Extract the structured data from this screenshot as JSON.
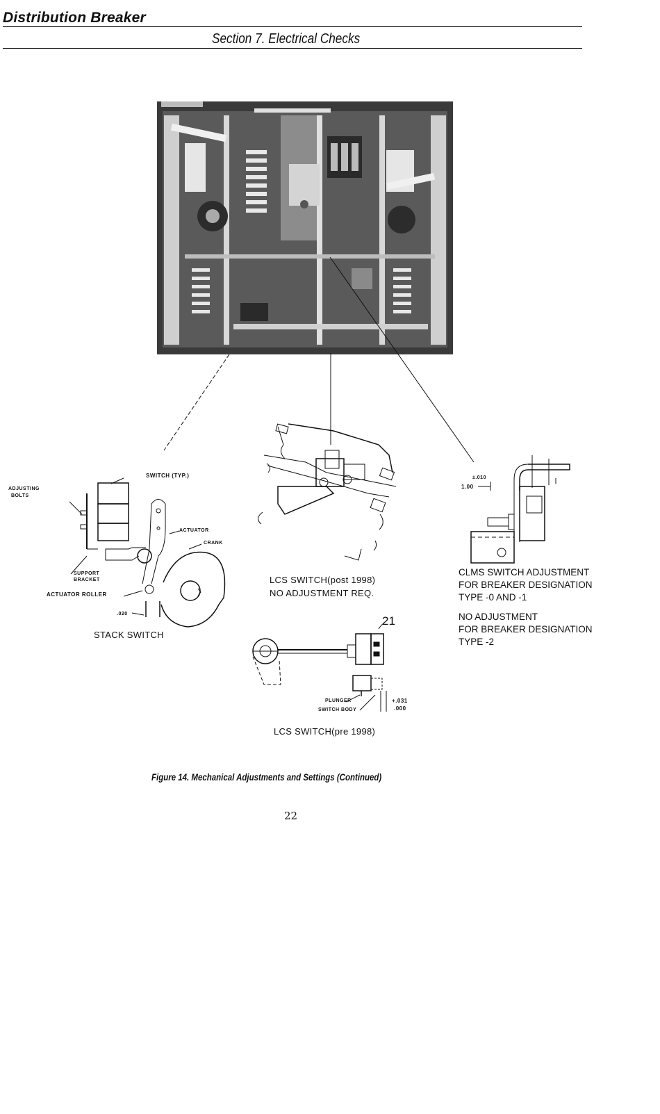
{
  "header": {
    "title": "Distribution Breaker",
    "section": "Section 7. Electrical Checks"
  },
  "figure": {
    "stack_switch": {
      "title": "STACK SWITCH",
      "switch_label": "SWITCH (TYP.)",
      "adjusting_bolts_1": "ADJUSTING",
      "adjusting_bolts_2": "BOLTS",
      "actuator": "ACTUATOR",
      "crank": "CRANK",
      "support_bracket_1": "SUPPORT",
      "support_bracket_2": "BRACKET",
      "actuator_roller": "ACTUATOR ROLLER",
      "gap": ".020"
    },
    "lcs_post": {
      "line1": "LCS SWITCH(post 1998)",
      "line2": "NO ADJUSTMENT REQ."
    },
    "lcs_pre": {
      "title": "LCS SWITCH(pre 1998)",
      "ref": "21",
      "plunger": "PLUNGER",
      "switch_body": "SWITCH BODY",
      "tol_plus": "+.031",
      "tol_minus": ".000"
    },
    "clms": {
      "dim_value": "1.00",
      "dim_tol": "±.010",
      "line1": "CLMS SWITCH ADJUSTMENT",
      "line2": "FOR BREAKER DESIGNATION",
      "line3": "TYPE -0 AND -1",
      "line4": "NO ADJUSTMENT",
      "line5": "FOR BREAKER DESIGNATION",
      "line6": "TYPE -2"
    },
    "caption": "Figure 14. Mechanical Adjustments and Settings (Continued)"
  },
  "page_number": "22"
}
